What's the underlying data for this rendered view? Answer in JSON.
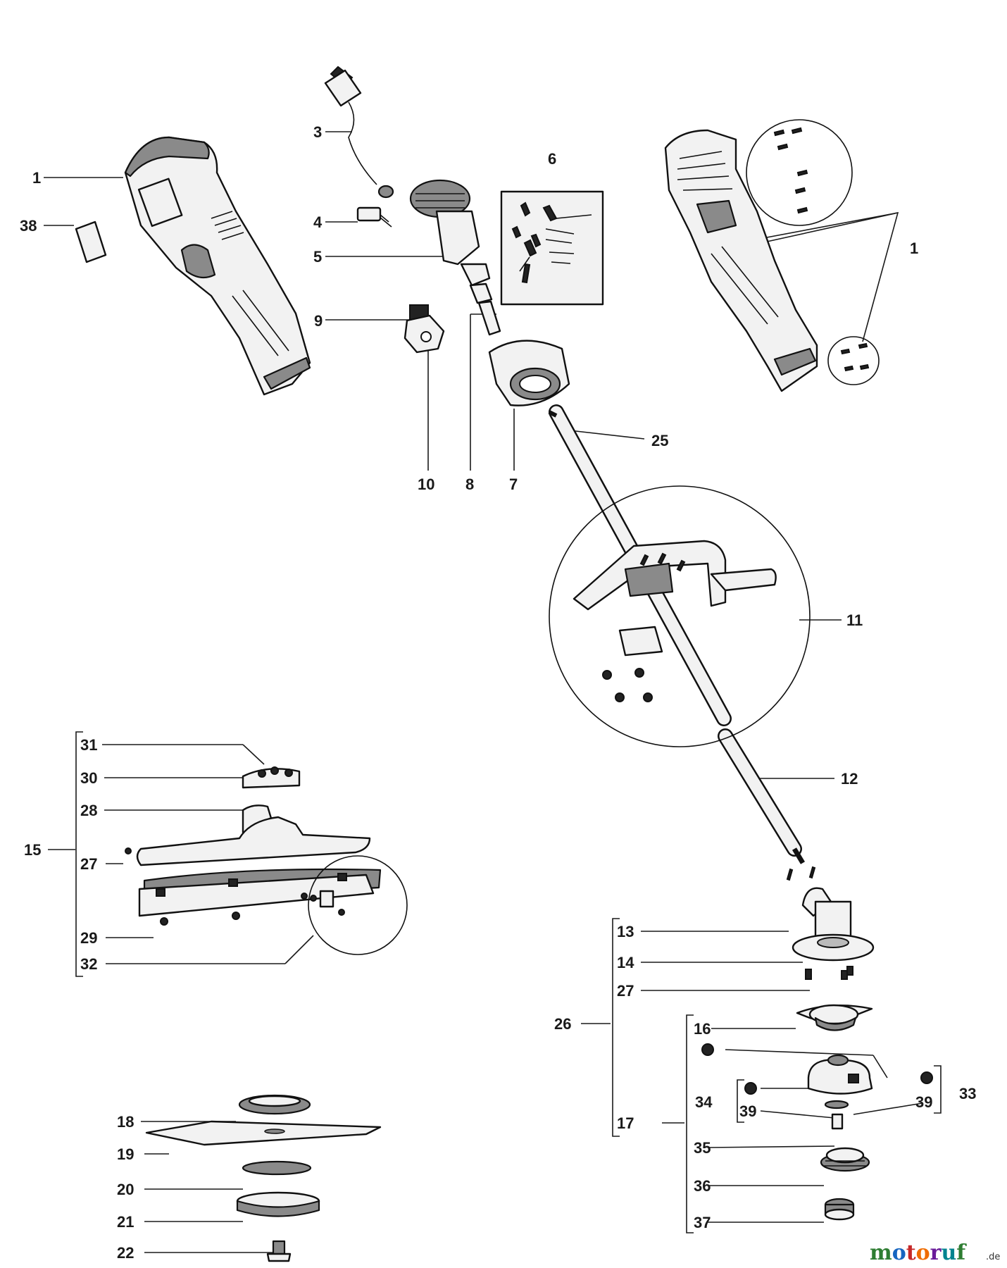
{
  "labels": {
    "l1a": "1",
    "l38": "38",
    "l3": "3",
    "l4": "4",
    "l5": "5",
    "l6": "6",
    "l1b": "1",
    "l9": "9",
    "l10": "10",
    "l8": "8",
    "l7": "7",
    "l25": "25",
    "l11": "11",
    "l12": "12",
    "l31": "31",
    "l30": "30",
    "l28": "28",
    "l15": "15",
    "l27a": "27",
    "l29": "29",
    "l32": "32",
    "l13": "13",
    "l14": "14",
    "l27b": "27",
    "l26": "26",
    "l16": "16",
    "l34": "34",
    "l39a": "39",
    "l39b": "39",
    "l33": "33",
    "l17": "17",
    "l35": "35",
    "l36": "36",
    "l37": "37",
    "l18": "18",
    "l19": "19",
    "l20": "20",
    "l21": "21",
    "l22": "22"
  },
  "watermark": {
    "letters": [
      "m",
      "o",
      "t",
      "o",
      "r",
      "u",
      "f"
    ],
    "letter_colors": [
      "#2e7d32",
      "#1565c0",
      "#c62828",
      "#ef6c00",
      "#6a1b9a",
      "#00838f",
      "#2e7d32"
    ],
    "suffix": ".de"
  }
}
